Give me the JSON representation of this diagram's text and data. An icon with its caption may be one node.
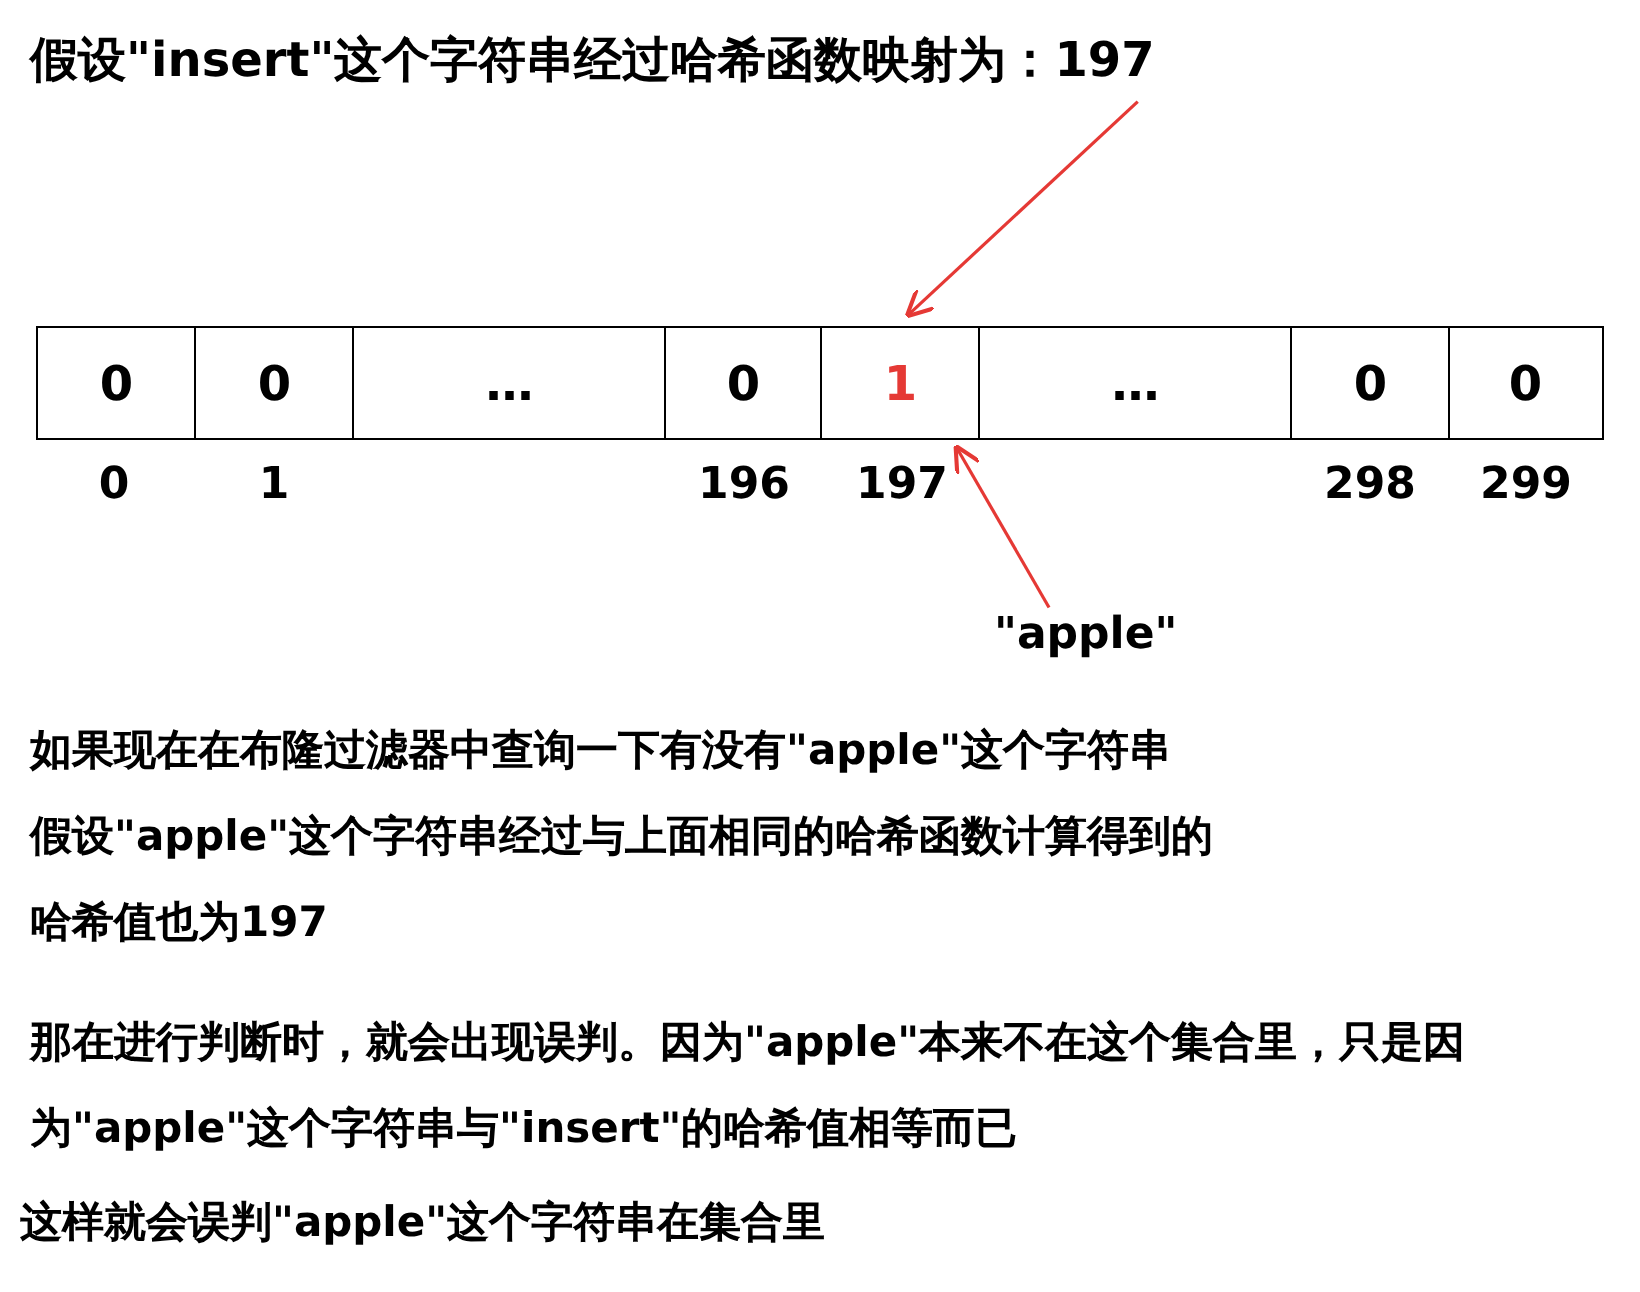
{
  "diagram": {
    "nodes": [
      {
        "text": [
          "假设\"insert\"这个字符串经过哈希函数映射为：197"
        ]
      },
      {
        "text": [
          "0"
        ]
      },
      {
        "text": [
          "0"
        ]
      },
      {
        "text": [
          "…"
        ]
      },
      {
        "text": [
          "0"
        ]
      },
      {
        "text": [
          "1"
        ]
      },
      {
        "text": [
          "…"
        ]
      },
      {
        "text": [
          "0"
        ]
      },
      {
        "text": [
          "0"
        ]
      },
      {
        "text": [
          "\"apple\""
        ]
      }
    ],
    "edges": [
      {
        "from": 0,
        "to": 5,
        "arrow": "to"
      },
      {
        "from": 9,
        "to": 5,
        "arrow": "to"
      }
    ],
    "labels": [
      "0",
      "1",
      "196",
      "197",
      "298",
      "299",
      "如果现在在布隆过滤器中查询一下有没有\"apple\"这个字符串",
      "假设\"apple\"这个字符串经过与上面相同的哈希函数计算得到的哈希值也为197",
      "那在进行判断时，就会出现误判。因为\"apple\"本来不在这个集合里，只是因为\"apple\"这个字符串与\"insert\"的哈希值相等而已",
      "这样就会误判\"apple\"这个字符串在集合里"
    ]
  }
}
